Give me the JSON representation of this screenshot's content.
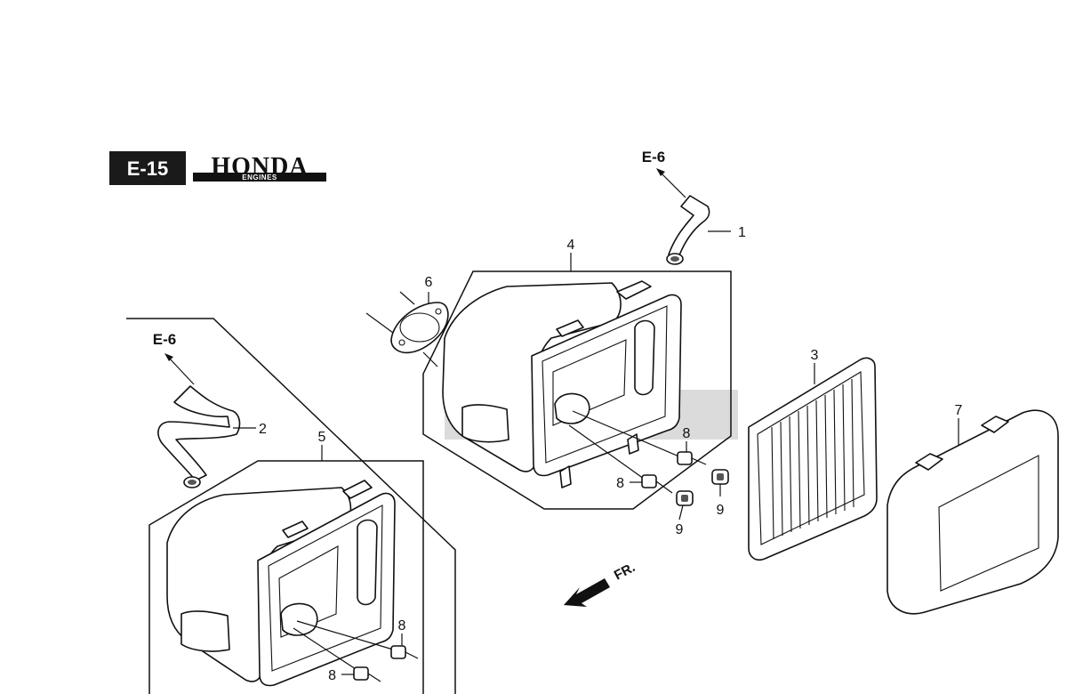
{
  "header": {
    "section_badge": "E-15",
    "brand_name": "HONDA",
    "brand_sub": "ENGINES"
  },
  "references": {
    "upper": "E-6",
    "left": "E-6"
  },
  "callouts": {
    "c1": "1",
    "c2": "2",
    "c3": "3",
    "c4": "4",
    "c5": "5",
    "c6": "6",
    "c7": "7",
    "c8a": "8",
    "c8b": "8",
    "c8c": "8",
    "c8d": "8",
    "c9a": "9",
    "c9b": "9"
  },
  "direction_label": "FR."
}
